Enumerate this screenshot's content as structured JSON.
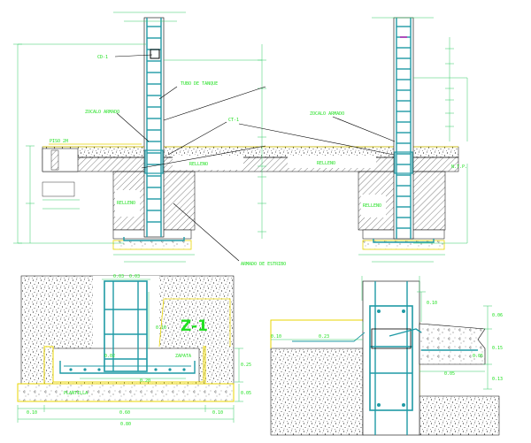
{
  "colors": {
    "background": "#ffffff",
    "dimension": "#22e022",
    "rebar": "#1f9aa5",
    "outline": "#000000",
    "highlight": "#e8d400"
  },
  "labels": {
    "cd": "CD-1",
    "tubo": "TUBO DE TANQUE",
    "zocalo_left": "ZOCALO ARMADO",
    "zocalo_right": "ZOCALO ARMADO",
    "ct": "CT-1",
    "piso": "PISO 2H",
    "relleno_top_left": "RELLENO",
    "relleno_top_right": "RELLENO",
    "relleno_left": "RELLENO",
    "relleno_right": "RELLENO",
    "ntp": "N.T.P.",
    "armado": "ARMADO DE ESTRIBO",
    "z1": "Z-1",
    "zapata": "ZAPATA",
    "plantilla": "PLANTILLA"
  },
  "dims": {
    "d003a": "0.03",
    "d003b": "0.03",
    "d010": "0.10",
    "d002": "0.02",
    "d020": "0.20",
    "d025": "0.25",
    "d005": "0.05",
    "b010a": "0.10",
    "b060": "0.60",
    "b010b": "0.10",
    "b080": "0.80",
    "r010": "0.10",
    "r006": "0.06",
    "r015": "0.15",
    "r013": "0.13",
    "r010b": "0.10",
    "r023": "0.23",
    "r005": "0.05",
    "r005b": "0.05"
  }
}
